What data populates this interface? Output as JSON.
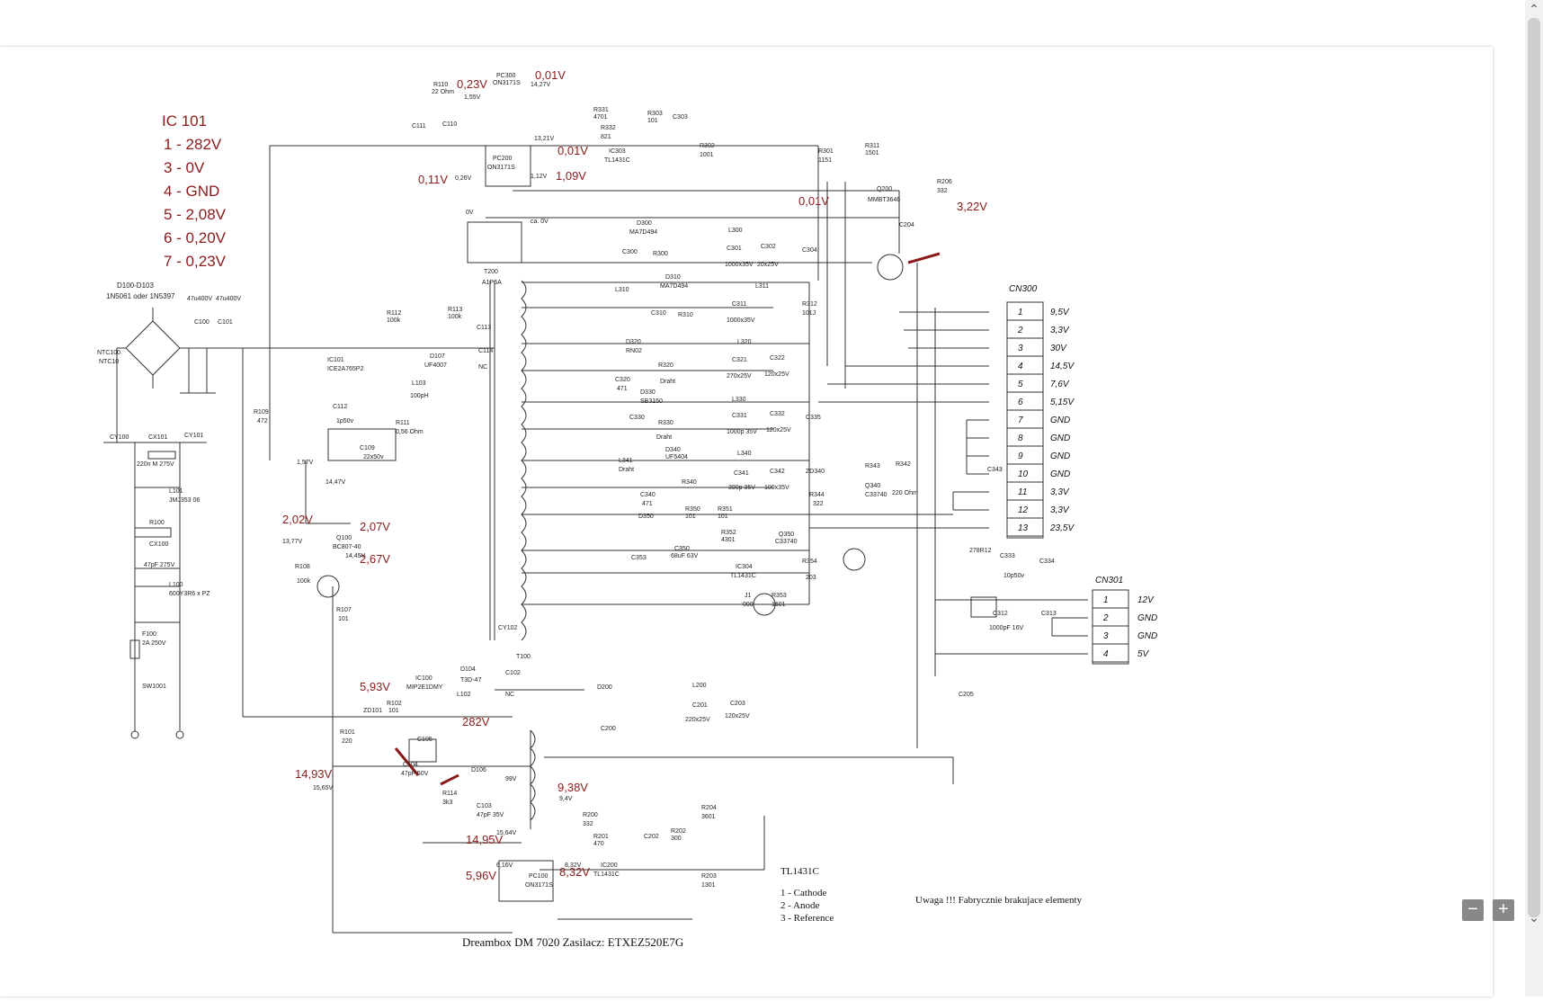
{
  "viewer": {
    "zoom_out": "−",
    "zoom_in": "+",
    "scroll_up": "⌃",
    "scroll_down": "⌄"
  },
  "ic101_box": {
    "title": "IC 101",
    "lines": [
      "1 - 282V",
      "3 - 0V",
      "4 - GND",
      "5 - 2,08V",
      "6 - 0,20V",
      "7 - 0,23V"
    ]
  },
  "measurements": {
    "r110": "0,23V",
    "pc300_top": "0,01V",
    "pc300_mid": "0,01V",
    "pc200_left": "0,11V",
    "pc200_right": "1,09V",
    "q200_base": "0,01V",
    "q200_out": "3,22V",
    "q100_b": "2,02V",
    "q100_c": "2,07V",
    "q100_e": "2,67V",
    "ic100_a": "5,93V",
    "ic100_b": "282V",
    "d106": "14,93V",
    "r200": "9,38V",
    "pc100_a": "14,95V",
    "pc100_b": "5,96V",
    "ic200": "8,32V"
  },
  "cn300": {
    "title": "CN300",
    "pins": [
      {
        "n": "1",
        "v": "9,5V"
      },
      {
        "n": "2",
        "v": "3,3V"
      },
      {
        "n": "3",
        "v": "30V"
      },
      {
        "n": "4",
        "v": "14,5V"
      },
      {
        "n": "5",
        "v": "7,6V"
      },
      {
        "n": "6",
        "v": "5,15V"
      },
      {
        "n": "7",
        "v": "GND"
      },
      {
        "n": "8",
        "v": "GND"
      },
      {
        "n": "9",
        "v": "GND"
      },
      {
        "n": "10",
        "v": "GND"
      },
      {
        "n": "11",
        "v": "3,3V"
      },
      {
        "n": "12",
        "v": "3,3V"
      },
      {
        "n": "13",
        "v": "23,5V"
      }
    ]
  },
  "cn301": {
    "title": "CN301",
    "pins": [
      {
        "n": "1",
        "v": "12V"
      },
      {
        "n": "2",
        "v": "GND"
      },
      {
        "n": "3",
        "v": "GND"
      },
      {
        "n": "4",
        "v": "5V"
      }
    ]
  },
  "legend": {
    "title": "TL1431C",
    "lines": [
      "1 - Cathode",
      "2 - Anode",
      "3 - Reference"
    ],
    "note": "Uwaga !!! Fabrycznie brakujace elementy",
    "caption": "Dreambox DM 7020 Zasilacz: ETXEZ520E7G"
  },
  "labels": {
    "d100": "D100-D103",
    "d100_type": "1N5061 oder 1N5397",
    "ntc": "NTC100",
    "ntc10": "NTC10",
    "cy100": "CY100",
    "cx101": "CX101",
    "cy101": "CY101",
    "cx101_v": "220n M 275V",
    "l101": "L101",
    "l101_v": "JMJ353 06",
    "r100": "R100",
    "cx100": "CX100",
    "cx100_v": "47pF 275V",
    "l100": "L100",
    "l100_v": "600Y3R6 x PZ",
    "f100": "F100",
    "f100_v": "2A 250V",
    "sw1001": "SW1001",
    "c100": "C100",
    "c101": "C101",
    "c100_v": "47u400V",
    "c101_v": "47u400V",
    "r110": "R110",
    "r110_v": "22 Ohm",
    "pc300": "PC300",
    "pc300_t": "ON3171S",
    "c111": "C111",
    "c110": "C110",
    "r331": "R331",
    "r331_v": "4701",
    "r332": "R332",
    "r332_v": "821",
    "r303": "R303",
    "r303_v": "101",
    "c303": "C303",
    "ic303": "IC303",
    "ic303_t": "TL1431C",
    "r302": "R302",
    "r302_v": "1001",
    "r301": "R301",
    "r301_v": "1151",
    "r311": "R311",
    "r311_v": "1501",
    "pc200": "PC200",
    "pc200_t": "ON3171S",
    "q200": "Q200",
    "q200_t": "MMBT3646",
    "r206": "R206",
    "r206_v": "332",
    "c204": "C204",
    "t200": "T200",
    "t200_t": "A1P6A",
    "d300": "D300",
    "d300_t": "MA7D494",
    "l300": "L300",
    "c300": "C300",
    "r300": "R300",
    "c301": "C301",
    "c301_v": "1000x35V",
    "c302": "C302",
    "c302_v": "20x25V",
    "c304": "C304",
    "l310": "L310",
    "d310": "D310",
    "d310_t": "MA7D494",
    "l311": "L311",
    "c310": "C310",
    "r310": "R310",
    "c311": "C311",
    "c311_v": "1000x35V",
    "r312": "R312",
    "r312_v": "101J",
    "d320": "D320",
    "d320_t": "RN02",
    "l320": "L320",
    "c320": "C320",
    "c320_v": "471",
    "r320": "R320",
    "r320_v": "Draht",
    "c321": "C321",
    "c321_v": "270x25V",
    "c322": "C322",
    "c322_v": "120x25V",
    "d330": "D330",
    "d330_t": "SB3150",
    "l330": "L330",
    "c330": "C330",
    "r330": "R330",
    "r330_v": "Draht",
    "c331": "C331",
    "c331_v": "1000p 35V",
    "c332": "C332",
    "c332_v": "120x25V",
    "c335": "C335",
    "l341": "L341",
    "l341_v": "Draht",
    "d340": "D340",
    "d340_t": "UF5404",
    "l340": "L340",
    "c340": "C340",
    "c340_v": "471",
    "r340": "R340",
    "c341": "C341",
    "c341_v": "390p 35V",
    "c342": "C342",
    "c342_v": "100x35V",
    "zd340": "ZD340",
    "r343": "R343",
    "r342": "R342",
    "r344": "R344",
    "r344_v": "322",
    "q340": "Q340",
    "q340_t": "C33740",
    "r342_v": "220 Ohm",
    "c343": "C343",
    "d350": "D350",
    "r350": "R350",
    "r350_v": "101",
    "r351": "R351",
    "r351_v": "101",
    "q350": "Q350",
    "q350_t": "C33740",
    "c350": "C350",
    "c350_v": "68uF 63V",
    "c353": "C353",
    "r352": "R352",
    "r352_v": "4301",
    "ic304": "IC304",
    "ic304_t": "TL1431C",
    "r354": "R354",
    "r354_v": "203",
    "j1": "J1",
    "j1_v": "000",
    "r353": "R353",
    "r353_v": "1601",
    "ic78": "278R12",
    "c333": "C333",
    "c333_v": "10p50v",
    "c334": "C334",
    "c312": "C312",
    "c312_v": "1000pF 16V",
    "c313": "C313",
    "r112": "R112",
    "r112_v": "100k",
    "r113": "R113",
    "r113_v": "100k",
    "c113": "C113",
    "d107": "D107",
    "d107_t": "UF4007",
    "c114": "C114",
    "nc": "NC",
    "ic101": "IC101",
    "ic101_t": "ICE2A765P2",
    "l103": "L103",
    "l103_v": "100pH",
    "r109": "R109",
    "r109_v": "472",
    "c112": "C112",
    "c112_v": "1p50v",
    "r111": "R111",
    "r111_v": "0,56 Ohm",
    "c109": "C109",
    "c109_v": "22x50v",
    "q100": "Q100",
    "q100_t": "BC807-40",
    "r108": "R108",
    "r108_v": "100k",
    "r107": "R107",
    "r107_v": "101",
    "cy102": "CY102",
    "t100": "T100",
    "d104": "D104",
    "d104_t": "T3D-47",
    "c102": "C102",
    "ic100": "IC100",
    "ic100_t": "MIP2E1DMY",
    "l102": "L102",
    "r101": "R101",
    "r101_v": "220",
    "zd101": "ZD101",
    "r102": "R102",
    "r102_v": "101",
    "c105": "C105",
    "c104": "C104",
    "c104_v": "47pF 50V",
    "d106": "D106",
    "r114": "R114",
    "r114_v": "3k3",
    "c103": "C103",
    "c103_v": "47pF 35V",
    "d200": "D200",
    "l200": "L200",
    "c200": "C200",
    "c201": "C201",
    "c201_v": "220x25V",
    "c203": "C203",
    "c203_v": "120x25V",
    "c205": "C205",
    "r200": "R200",
    "r200_v": "332",
    "r201": "R201",
    "r201_v": "470",
    "c202": "C202",
    "r202": "R202",
    "r202_v": "300",
    "r204": "R204",
    "r204_v": "3601",
    "r203": "R203",
    "r203_v": "1301",
    "ic200": "IC200",
    "ic200_t": "TL1431C",
    "pc100": "PC100",
    "pc100_t": "ON3171S",
    "v1455": "14,45V",
    "v1377": "13,77V",
    "v1447": "14,47V",
    "v157": "1,57V",
    "v1427": "14,27V",
    "v1321": "13,21V",
    "v155": "1,55V",
    "v112": "1,12V",
    "v026": "0,26V",
    "v0": "0V",
    "vca": "ca. 0V",
    "v1565": "15,65V",
    "v1564": "15,64V",
    "v94": "9,4V",
    "v616": "6,16V",
    "v832": "8,32V",
    "v99": "99V"
  }
}
